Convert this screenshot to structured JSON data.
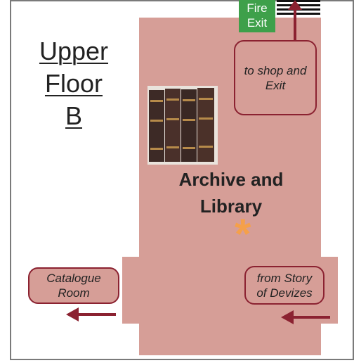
{
  "floor_title": [
    "Upper",
    "Floor",
    "B"
  ],
  "room": {
    "name_line1": "Archive and",
    "name_line2": "Library"
  },
  "labels": {
    "shop": [
      "to shop and",
      "Exit"
    ],
    "catalogue": [
      "Catalogue",
      "Room"
    ],
    "story": [
      "from Story",
      "of Devizes"
    ]
  },
  "fire_exit": [
    "Fire",
    "Exit"
  ],
  "colors": {
    "room_fill": "#d69e97",
    "arrow": "#8b2231",
    "fire_exit_green": "#3ea04a",
    "highlight_asterisk": "#f5a04a"
  },
  "icons": {
    "marker": "asterisk-icon",
    "books": "books-image"
  }
}
